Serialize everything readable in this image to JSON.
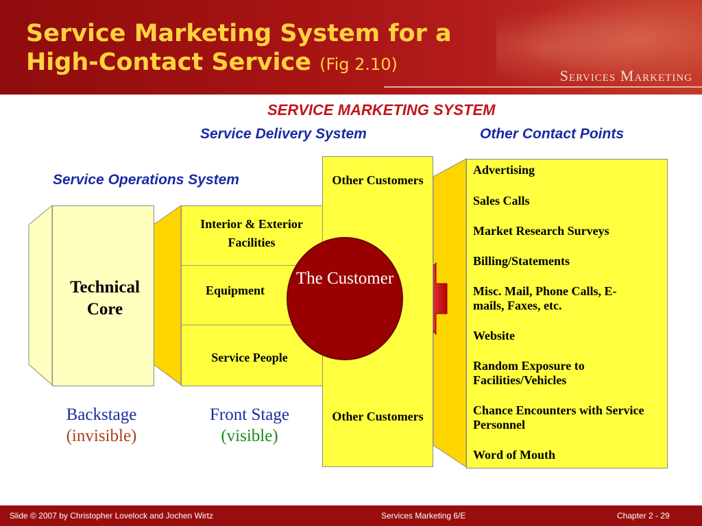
{
  "slide": {
    "title_line1": "Service Marketing System for a",
    "title_line2": "High-Contact Service",
    "title_fig": "(Fig 2.10)",
    "brand": "Services Marketing"
  },
  "diagram": {
    "system_label": "SERVICE MARKETING SYSTEM",
    "delivery_label": "Service Delivery System",
    "contact_points_label": "Other Contact Points",
    "operations_label": "Service Operations System",
    "technical_core": "Technical Core",
    "front_stage_items": [
      "Interior & Exterior Facilities",
      "Equipment",
      "Service People"
    ],
    "other_customers_top": "Other Customers",
    "other_customers_bottom": "Other Customers",
    "customer": "The Customer",
    "contact_points": [
      "Advertising",
      "Sales Calls",
      "Market Research Surveys",
      "Billing/Statements",
      "Misc. Mail, Phone Calls, E-mails, Faxes, etc.",
      "Website",
      "Random Exposure to Facilities/Vehicles",
      "Chance Encounters with Service Personnel",
      "Word of Mouth"
    ],
    "backstage": "Backstage",
    "backstage_note": "(invisible)",
    "front_stage": "Front Stage",
    "front_stage_note": "(visible)"
  },
  "footer": {
    "left": "Slide © 2007 by Christopher Lovelock and Jochen Wirtz",
    "center": "Services Marketing 6/E",
    "right": "Chapter  2 - 29"
  },
  "colors": {
    "header_red": "#a81414",
    "title_yellow": "#ffd23f",
    "box_yellow": "#ffff3f",
    "customer_red": "#990000",
    "label_blue": "#1a2aa2",
    "label_red": "#c0151a",
    "front_green": "#1a8a1a",
    "back_brown": "#a8401a"
  }
}
